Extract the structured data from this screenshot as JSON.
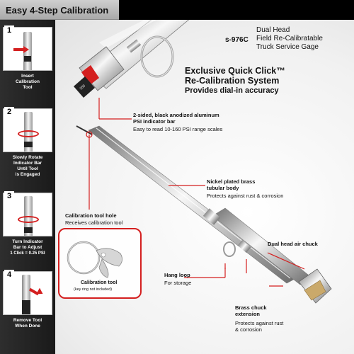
{
  "header": {
    "title": "Easy 4-Step Calibration"
  },
  "product": {
    "model": "s-976C",
    "desc_lines": [
      "Dual Head",
      "Field Re-Calibratable",
      "Truck Service Gage"
    ]
  },
  "headline": {
    "line1": "Exclusive Quick Click™",
    "line2": "Re-Calibration System",
    "line3": "Provides dial-in accuracy"
  },
  "steps": [
    {
      "num": "1",
      "caption_lines": [
        "Insert",
        "Calibration",
        "Tool"
      ]
    },
    {
      "num": "2",
      "caption_lines": [
        "Slowly Rotate",
        "Indicator Bar",
        "Until Tool",
        "is Engaged"
      ]
    },
    {
      "num": "3",
      "caption_lines": [
        "Turn Indicator",
        "Bar to Adjust",
        "1 Click = 0.25 PSI"
      ]
    },
    {
      "num": "4",
      "caption_lines": [
        "Remove Tool",
        "When Done"
      ]
    }
  ],
  "callouts": {
    "indicator": {
      "title_lines": [
        "2-sided, black anodized aluminum",
        "PSI indicator bar"
      ],
      "body": "Easy to read 10-160 PSI range scales"
    },
    "body": {
      "title_lines": [
        "Nickel plated brass",
        "tubular body"
      ],
      "body": "Protects against rust & corrosion"
    },
    "hole": {
      "title": "Calibration tool hole",
      "body": "Receives calibration tool"
    },
    "chuck": {
      "title": "Dual head air chuck"
    },
    "loop": {
      "title": "Hang loop",
      "body": "For storage"
    },
    "extension": {
      "title_lines": [
        "Brass chuck",
        "extension"
      ],
      "body_lines": [
        "Protects against rust",
        "& corrosion"
      ]
    },
    "tool": {
      "title": "Calibration tool",
      "note": "(key ring not included)"
    }
  },
  "colors": {
    "accent": "#d41f1f",
    "dark_panel": "#1e1e1e"
  }
}
